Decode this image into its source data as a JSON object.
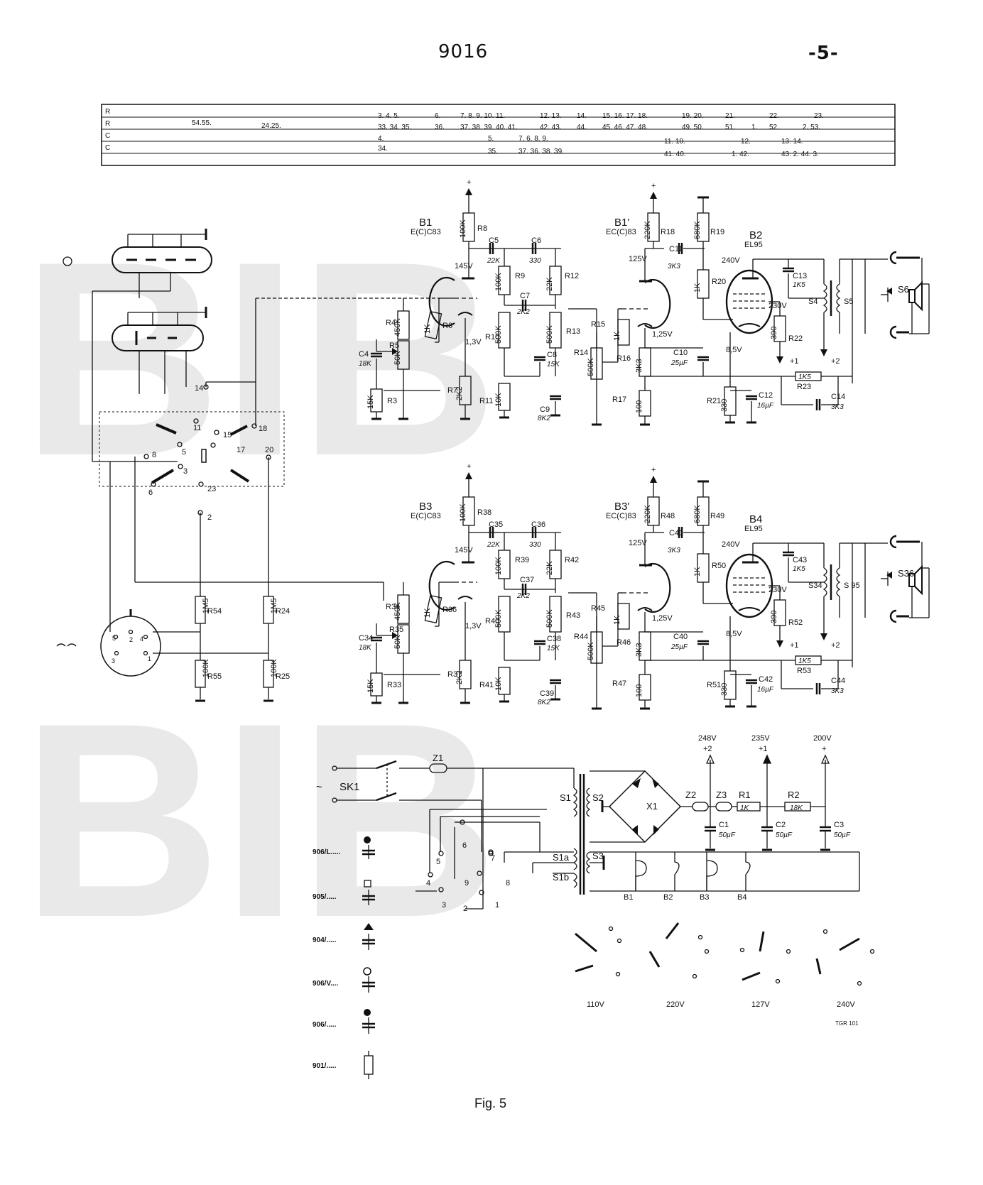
{
  "header": {
    "page_id": "9016",
    "page_number": "-5-",
    "watermark": "BIB",
    "figure_caption": "Fig. 5"
  },
  "index_table": {
    "row_markers": [
      "R",
      "R",
      "C",
      "C"
    ],
    "rows": [
      [],
      [
        "54.55.",
        "24.25.",
        "3. 4. 5.",
        "6.",
        "7. 8. 9. 10. 11.",
        "12. 13.",
        "14.",
        "15. 16. 17. 18.",
        "19. 20.",
        "21.",
        "22.",
        "23."
      ],
      [
        "33. 34. 35.",
        "36.",
        "37. 38. 39. 40. 41.",
        "42. 43.",
        "44.",
        "45. 46. 47. 48.",
        "49. 50.",
        "51.",
        "1.",
        "52.",
        "2. 53."
      ],
      [
        "4.",
        "5.",
        "7. 6. 8. 9.",
        "11. 10.",
        "12.",
        "13. 14."
      ],
      [
        "34.",
        "35.",
        "37. 36. 38. 39.",
        "41. 40.",
        "1. 42.",
        "43. 2. 44. 3."
      ]
    ]
  },
  "tubes": {
    "b1": {
      "name": "B1",
      "type": "E(C)C83"
    },
    "b1p": {
      "name": "B1'",
      "type": "EC(C)83"
    },
    "b2": {
      "name": "B2",
      "type": "EL95"
    },
    "b3": {
      "name": "B3",
      "type": "E(C)C83"
    },
    "b3p": {
      "name": "B3'",
      "type": "EC(C)83"
    },
    "b4": {
      "name": "B4",
      "type": "EL95"
    }
  },
  "channel_top": {
    "voltages": {
      "v145": "145V",
      "v125": "125V",
      "v240": "240V",
      "v230": "230V",
      "v1_3": "1,3V",
      "v1_25": "1,25V",
      "v8_5": "8,5V"
    },
    "components": {
      "r8": "R8",
      "r8v": "100K",
      "c5": "C5",
      "c5v": "22K",
      "c6": "C6",
      "c6v": "330",
      "r9": "R9",
      "r9v": "100K",
      "r12": "R12",
      "r12v": "22K",
      "c7": "C7",
      "c7v": "2K2",
      "r4": "R4",
      "r4v": "450K",
      "r5": "R5",
      "r5v": "50K",
      "r6": "R6",
      "r6v": "1K",
      "c4": "C4",
      "c4v": "18K",
      "r3": "R3",
      "r3v": "15K",
      "r10": "R10",
      "r10v": "500K",
      "r13": "R13",
      "r13v": "500K",
      "c8": "C8",
      "c8v": "15K",
      "r7": "R7",
      "r7v": "2K2",
      "r11": "R11",
      "r11v": "10K",
      "c9": "C9",
      "c9v": "8K2",
      "r14": "R14",
      "r14v": "500K",
      "r15": "R15",
      "r15v": "1K",
      "r16": "R16",
      "r16v": "3K3",
      "r17": "R17",
      "r17v": "100",
      "r18": "R18",
      "r18v": "220K",
      "c11": "C11",
      "c11v": "3K3",
      "r19": "R19",
      "r19v": "680K",
      "r20": "R20",
      "r20v": "1K",
      "c10": "C10",
      "c10v": "25µF",
      "r21": "R21",
      "r21v": "330",
      "c12": "C12",
      "c12v": "16µF",
      "r22": "R22",
      "r22v": "390",
      "c13": "C13",
      "c13v": "1K5",
      "r23": "R23",
      "r23v": "1K5",
      "c14": "C14",
      "c14v": "3K3",
      "s4": "S4",
      "s5": "S5",
      "s6": "S6"
    }
  },
  "channel_bottom": {
    "voltages": {
      "v145": "145V",
      "v125": "125V",
      "v240": "240V",
      "v230": "230V",
      "v1_3": "1,3V",
      "v1_25": "1,25V",
      "v8_5": "8,5V"
    },
    "components": {
      "r38": "R38",
      "r38v": "100K",
      "c35": "C35",
      "c35v": "22K",
      "c36": "C36",
      "c36v": "330",
      "r39": "R39",
      "r39v": "100K",
      "r42": "R42",
      "r42v": "22K",
      "c37": "C37",
      "c37v": "2K2",
      "r34": "R34",
      "r34v": "450K",
      "r35": "R35",
      "r35v": "50K",
      "r36": "R36",
      "r36v": "1K",
      "c34": "C34",
      "c34v": "18K",
      "r33": "R33",
      "r33v": "15K",
      "r40": "R40",
      "r40v": "500K",
      "r43": "R43",
      "r43v": "500K",
      "c38": "C38",
      "c38v": "15K",
      "r37": "R37",
      "r37v": "2K2",
      "r41": "R41",
      "r41v": "10K",
      "c39": "C39",
      "c39v": "8K2",
      "r44": "R44",
      "r44v": "500K",
      "r45": "R45",
      "r45v": "1K",
      "r46": "R46",
      "r46v": "3K3",
      "r47": "R47",
      "r47v": "100",
      "r48": "R48",
      "r48v": "220K",
      "c41": "C41",
      "c41v": "3K3",
      "r49": "R49",
      "r49v": "680K",
      "r50": "R50",
      "r50v": "1K",
      "c40": "C40",
      "c40v": "25µF",
      "r51": "R51",
      "r51v": "330",
      "c42": "C42",
      "c42v": "16µF",
      "r52": "R52",
      "r52v": "390",
      "c43": "C43",
      "c43v": "1K5",
      "r53": "R53",
      "r53v": "1K5",
      "c44": "C44",
      "c44v": "3K3",
      "s34": "S34",
      "s35": "S 95",
      "s36": "S36"
    }
  },
  "input_section": {
    "r54": "R54",
    "r54v": "1M5",
    "r24": "R24",
    "r24v": "1M5",
    "r55": "R55",
    "r55v": "100K",
    "r25": "R25",
    "r25v": "100K",
    "switch_pins": [
      "14",
      "11",
      "15",
      "18",
      "5",
      "17",
      "8",
      "20",
      "3",
      "6",
      "23",
      "2"
    ],
    "din_pins": [
      "5",
      "2",
      "4",
      "3",
      "1"
    ]
  },
  "power_supply": {
    "sk1": "SK1",
    "tilde": "~",
    "z1": "Z1",
    "s1": "S1",
    "s2": "S2",
    "s3": "S3",
    "s1a": "S1a",
    "s1b": "S1b",
    "x1": "X1",
    "z2": "Z2",
    "z3": "Z3",
    "r1": "R1",
    "r1v": "1K",
    "r2": "R2",
    "r2v": "18K",
    "c1": "C1",
    "c1v": "50µF",
    "c2": "C2",
    "c2v": "50µF",
    "c3": "C3",
    "c3v": "50µF",
    "v248": "248V",
    "p2": "+2",
    "v235": "235V",
    "p1": "+1",
    "v200": "200V",
    "plus": "+",
    "heaters": [
      "B1",
      "B2",
      "B3",
      "B4"
    ],
    "tap_pins": [
      "5",
      "6",
      "7",
      "4",
      "9",
      "8",
      "3",
      "2",
      "1"
    ]
  },
  "voltage_selectors": {
    "labels": [
      "110V",
      "220V",
      "127V",
      "240V"
    ],
    "ref": "TGR 101"
  },
  "legend": {
    "items": [
      "906/L.....",
      "905/.....",
      "904/.....",
      "906/V....",
      "906/.....",
      "901/....."
    ]
  }
}
